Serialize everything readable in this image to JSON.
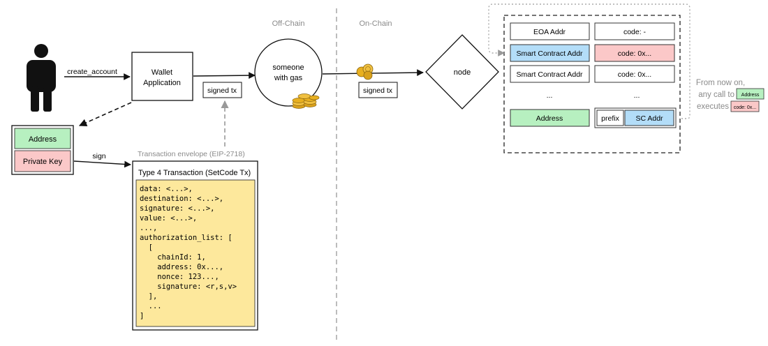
{
  "zones": {
    "off_chain": "Off-Chain",
    "on_chain": "On-Chain"
  },
  "user": {
    "create_account": "create_account",
    "sign": "sign"
  },
  "wallet": {
    "line1": "Wallet",
    "line2": "Application"
  },
  "keys": {
    "address": "Address",
    "private_key": "Private Key"
  },
  "signed_tx": "signed tx",
  "gas_holder": {
    "line1": "someone",
    "line2": "with gas"
  },
  "node": "node",
  "envelope": {
    "caption": "Transaction envelope (EIP-2718)",
    "title": "Type 4 Transaction (SetCode Tx)",
    "lines": [
      "data: <...>,",
      "destination: <...>,",
      "signature: <...>,",
      "value: <...>,",
      "...,",
      "authorization_list: [",
      "  [",
      "    chainId: 1,",
      "    address: 0x...,",
      "    nonce: 123...,",
      "    signature: <r,s,v>",
      "  ],",
      "  ...",
      "]"
    ]
  },
  "state_table": {
    "rows": [
      {
        "addr": "EOA Addr",
        "code": "code: -"
      },
      {
        "addr": "Smart Contract Addr",
        "code": "code: 0x..."
      },
      {
        "addr": "Smart Contract Addr",
        "code": "code: 0x..."
      },
      {
        "addr": "...",
        "code": "..."
      }
    ],
    "last": {
      "addr": "Address",
      "prefix": "prefix",
      "sc_addr": "SC Addr"
    }
  },
  "note": {
    "line1": "From now on,",
    "line2": "any call to",
    "line3": "executes",
    "badge_address": "Address",
    "badge_code": "code: 0x..."
  },
  "colors": {
    "green": "#b7f0c0",
    "blue": "#b3ddf8",
    "pink": "#fbc8c8",
    "yellow": "#fde89c",
    "gray_text": "#8a8a8a",
    "gold": "#e8b020"
  }
}
